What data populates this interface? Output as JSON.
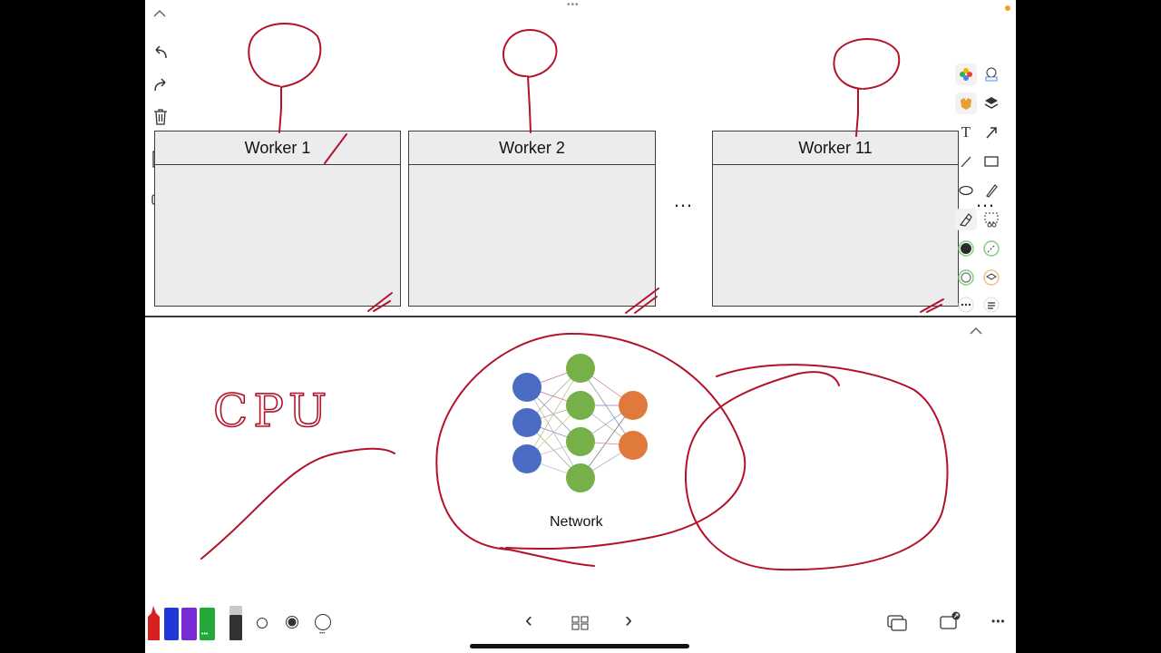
{
  "top_more": "•••",
  "workers": [
    {
      "label": "Worker 1"
    },
    {
      "label": "Worker 2"
    },
    {
      "label": "Worker 11"
    }
  ],
  "between_ellipsis": "…",
  "diagram": {
    "network_label": "Network",
    "handwriting": "CPU"
  },
  "left_toolbar": {
    "collapse": "chevron-up-icon",
    "undo": "undo-icon",
    "redo": "redo-icon",
    "delete": "trash-icon",
    "add_page": "add-page-icon",
    "add_template": "add-template-icon"
  },
  "right_tools": [
    "photos-icon",
    "sticker-icon",
    "mask-icon",
    "layers-icon",
    "text-icon",
    "arrow-icon",
    "line-icon",
    "rectangle-icon",
    "ellipse-icon",
    "pen-icon",
    "highlighter-icon",
    "lasso-icon",
    "color-dark-icon",
    "color-green-icon",
    "color-ring-icon",
    "layer-stack-icon",
    "more-icon",
    "settings-list-icon"
  ],
  "bottom": {
    "nav_prev": "‹",
    "nav_next": "›",
    "more": "•••",
    "pen_colors": [
      "#d92020",
      "#2038d8",
      "#7a2bd6",
      "#23a83a"
    ],
    "pen_selected_badge": "•••"
  },
  "colors": {
    "ink_red": "#b3132a",
    "input_node": "#4a6cc2",
    "hidden_node": "#76b048",
    "output_node": "#e07a3c"
  }
}
